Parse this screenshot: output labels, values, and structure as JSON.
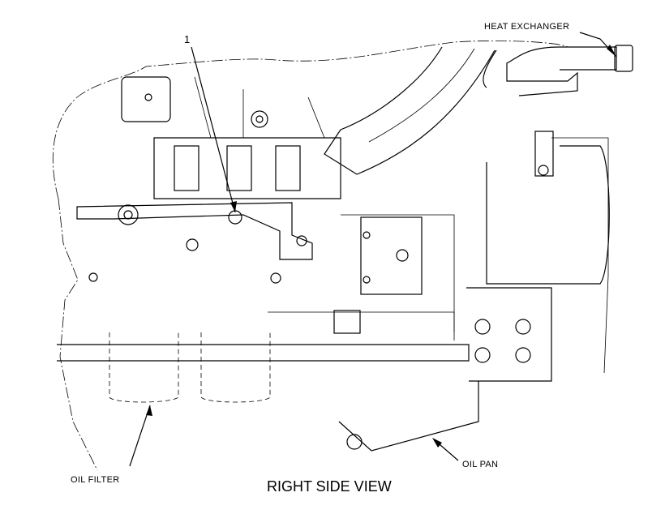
{
  "labels": {
    "heat_exchanger": "HEAT EXCHANGER",
    "callout_number": "1",
    "oil_filter": "OIL FILTER",
    "oil_pan": "OIL PAN",
    "view_title": "RIGHT SIDE VIEW"
  }
}
